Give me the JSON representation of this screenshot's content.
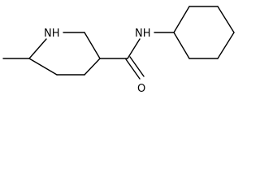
{
  "molecule": {
    "atoms": [
      {
        "id": "ring-nh",
        "label": "NH"
      },
      {
        "id": "amide-nh",
        "label": "NH"
      },
      {
        "id": "carbonyl-o",
        "label": "O"
      }
    ]
  }
}
